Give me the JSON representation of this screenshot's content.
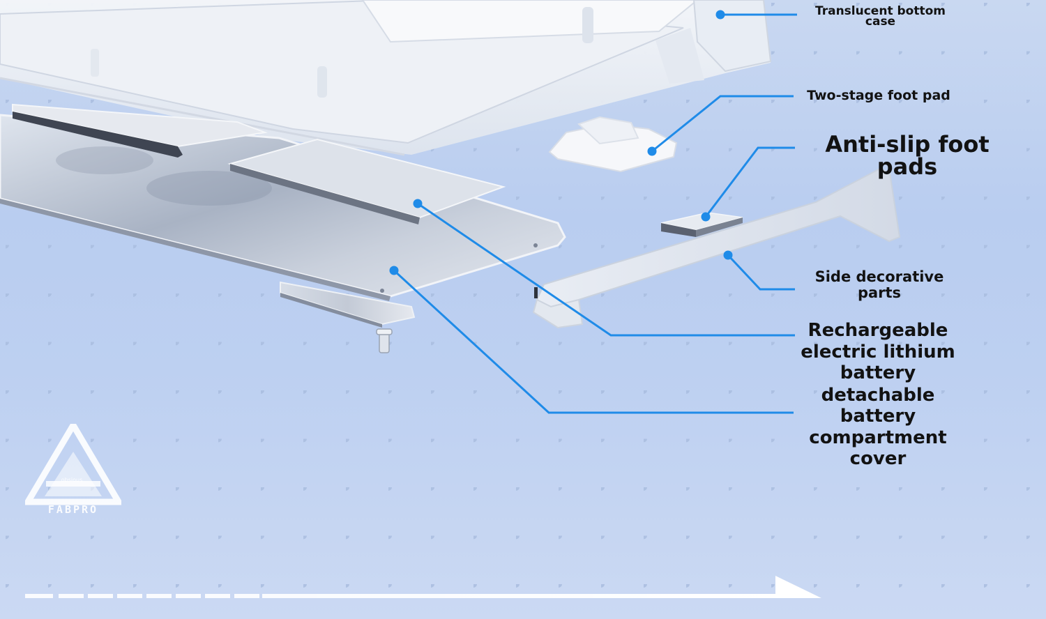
{
  "labels": {
    "translucent_bottom_case": "Translucent bottom\ncase",
    "two_stage_foot_pad": "Two-stage foot pad",
    "anti_slip_foot_pads": "Anti-slip foot pads",
    "side_decorative_parts": "Side decorative\nparts",
    "battery": "Rechargeable\nelectric lithium\nbattery",
    "battery_cover": "detachable\nbattery\ncompartment\ncover"
  },
  "logo": {
    "brand": "FABPRO",
    "sub": "obsious"
  },
  "colors": {
    "callout_line": "#1f8be8",
    "callout_dot": "#1f8be8",
    "background_top": "#c9d8f1",
    "background_bottom": "#cbd9f3",
    "dot_grid": "#a9bde0",
    "label_text": "#121212"
  },
  "icons": [
    "logo-triangle-icon",
    "arrow-right-icon"
  ]
}
